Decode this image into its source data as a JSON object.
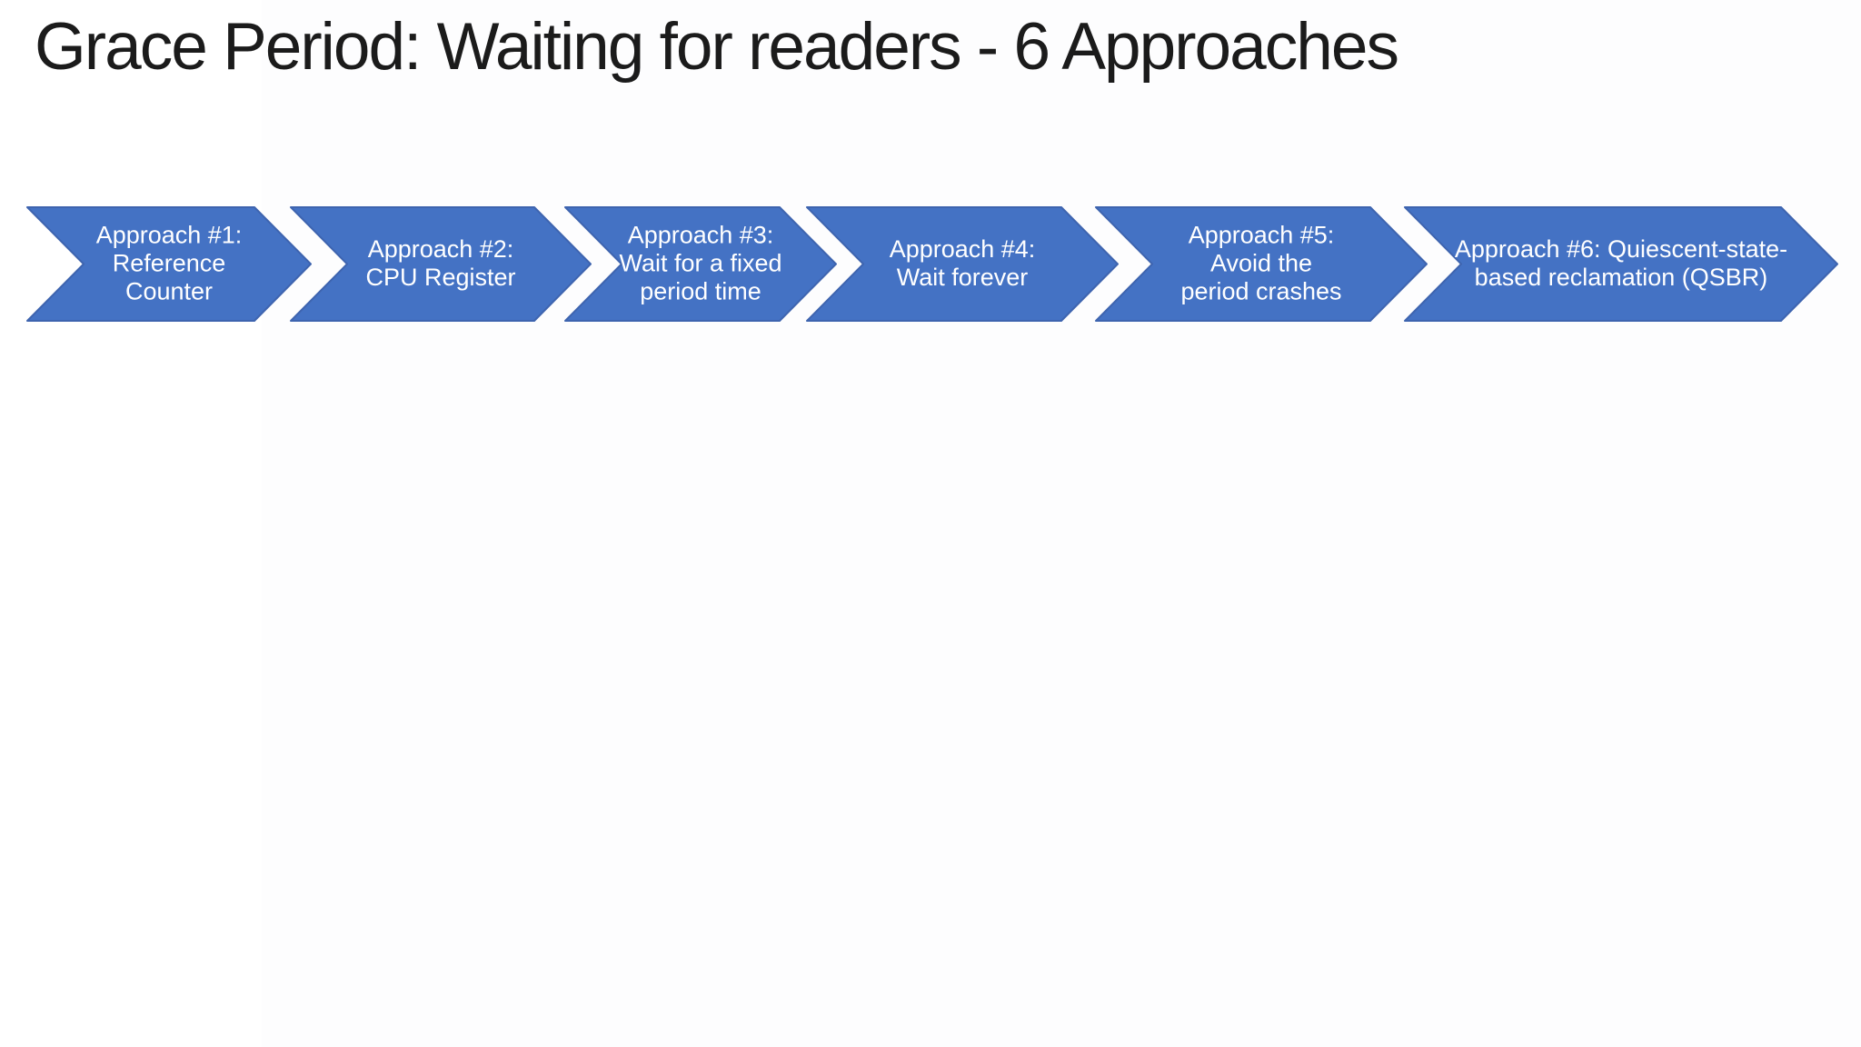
{
  "slide": {
    "title": "Grace Period: Waiting for readers - 6 Approaches",
    "colors": {
      "background": "#FFFFFF",
      "canvas_bg": "#FDFDFE",
      "title_color": "#1B1B1B",
      "chevron_fill": "#4472C4",
      "chevron_border": "#3E64AF",
      "chevron_text": "#FFFFFF"
    },
    "process": {
      "type": "chevron-process",
      "arrows": [
        {
          "id": "1",
          "label": "Approach #1: Reference Counter",
          "text": "Approach #1:\nReference\nCounter"
        },
        {
          "id": "2",
          "label": "Approach #2: CPU Register",
          "text": "Approach #2:\nCPU Register"
        },
        {
          "id": "3",
          "label": "Approach #3: Wait for a fixed period time",
          "text": "Approach #3:\nWait for a fixed\nperiod time"
        },
        {
          "id": "4",
          "label": "Approach #4: Wait forever",
          "text": "Approach #4:\nWait forever"
        },
        {
          "id": "5",
          "label": "Approach #5: Avoid the period crashes",
          "text": "Approach #5:\nAvoid the\nperiod crashes"
        },
        {
          "id": "6",
          "label": "Approach #6: Quiescent-state-based reclamation (QSBR)",
          "text": "Approach #6: Quiescent-state-\nbased reclamation (QSBR)"
        }
      ]
    }
  }
}
